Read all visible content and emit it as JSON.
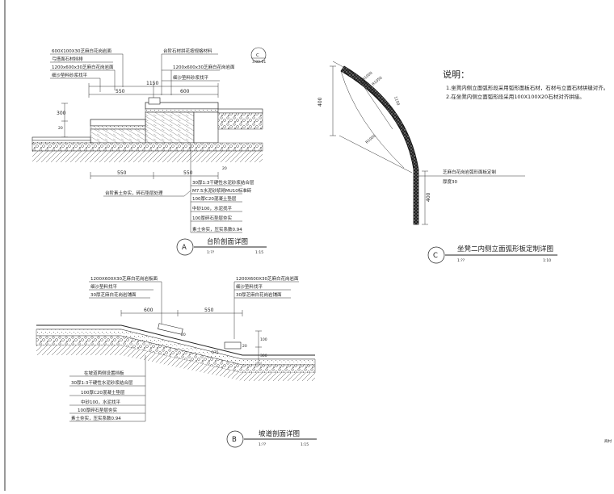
{
  "sheet_mark": "商村",
  "detail_a": {
    "tag": "A",
    "title": "台阶剖面详图",
    "scale_left": "1:??",
    "scale_right": "1:15",
    "ref_tag": "C",
    "ref_sub": "3.09.01",
    "callouts_top_left": [
      "600X100X30芝麻白花岗岩面",
      "弓搭面石材挡排",
      "1200x600x30芝麻白花岗岩面",
      "细沙垫料砂浆找平"
    ],
    "callouts_top_right": [
      "台阶石材拼花按规格材料",
      "1200x600x30芝麻白花岗岩面",
      "细沙垫料砂浆找平"
    ],
    "dims_top": [
      "1150",
      "550",
      "600"
    ],
    "dims_side": [
      "300",
      "20",
      "20"
    ],
    "dims_bottom": [
      "550",
      "550"
    ],
    "note_left": "台阶素土夯实，碎石垫层处理",
    "layers": [
      "30厚1:3干硬性水泥砂浆结合层",
      "M7.5水泥砂浆砌MU10标准砖",
      "100厚C20混凝土垫层",
      "中砂100，水泥找平",
      "100厚碎石垫层夯实",
      "素土夯实，压实系数0.94"
    ]
  },
  "detail_b": {
    "tag": "B",
    "title": "坡道剖面详图",
    "scale_left": "1:??",
    "scale_right": "1:15",
    "callouts_left": [
      "1200X600X30芝麻白花岗岩板面",
      "细沙垫料找平",
      "30厚芝麻白花岗岩铺面"
    ],
    "callouts_right": [
      "1200X600X30芝麻白花岗岩面",
      "细沙垫料找平",
      "30厚芝麻白花岗岩铺面"
    ],
    "dims": [
      "600",
      "550",
      "20",
      "20",
      "375",
      "100",
      "300"
    ],
    "layers": [
      "在坡道两侧设置挡板",
      "30厚1:3干硬性水泥砂浆结合层",
      "100厚C20混凝土垫层",
      "中砂100，水泥找平",
      "100厚碎石垫层夯实",
      "素土夯实，压实系数0.94"
    ]
  },
  "detail_c": {
    "tag": "C",
    "title": "坐凳二内侧立面弧形板定制详图",
    "scale_left": "1:??",
    "scale_right": "1:10",
    "note_heading": "说明：",
    "notes": [
      "1.坐凳内侧立面弧形段采用弧形面板石材，石材与立面石材拼缝对齐。",
      "2.在坐凳内侧立面弧形段采用100X100X20石材对齐拼接。"
    ],
    "callout": "芝麻白花岗岩弧形面板定制",
    "callout_sub": "厚度30",
    "dims": [
      "400",
      "400",
      "R1000",
      "R1050",
      "R1000",
      "1150"
    ]
  }
}
